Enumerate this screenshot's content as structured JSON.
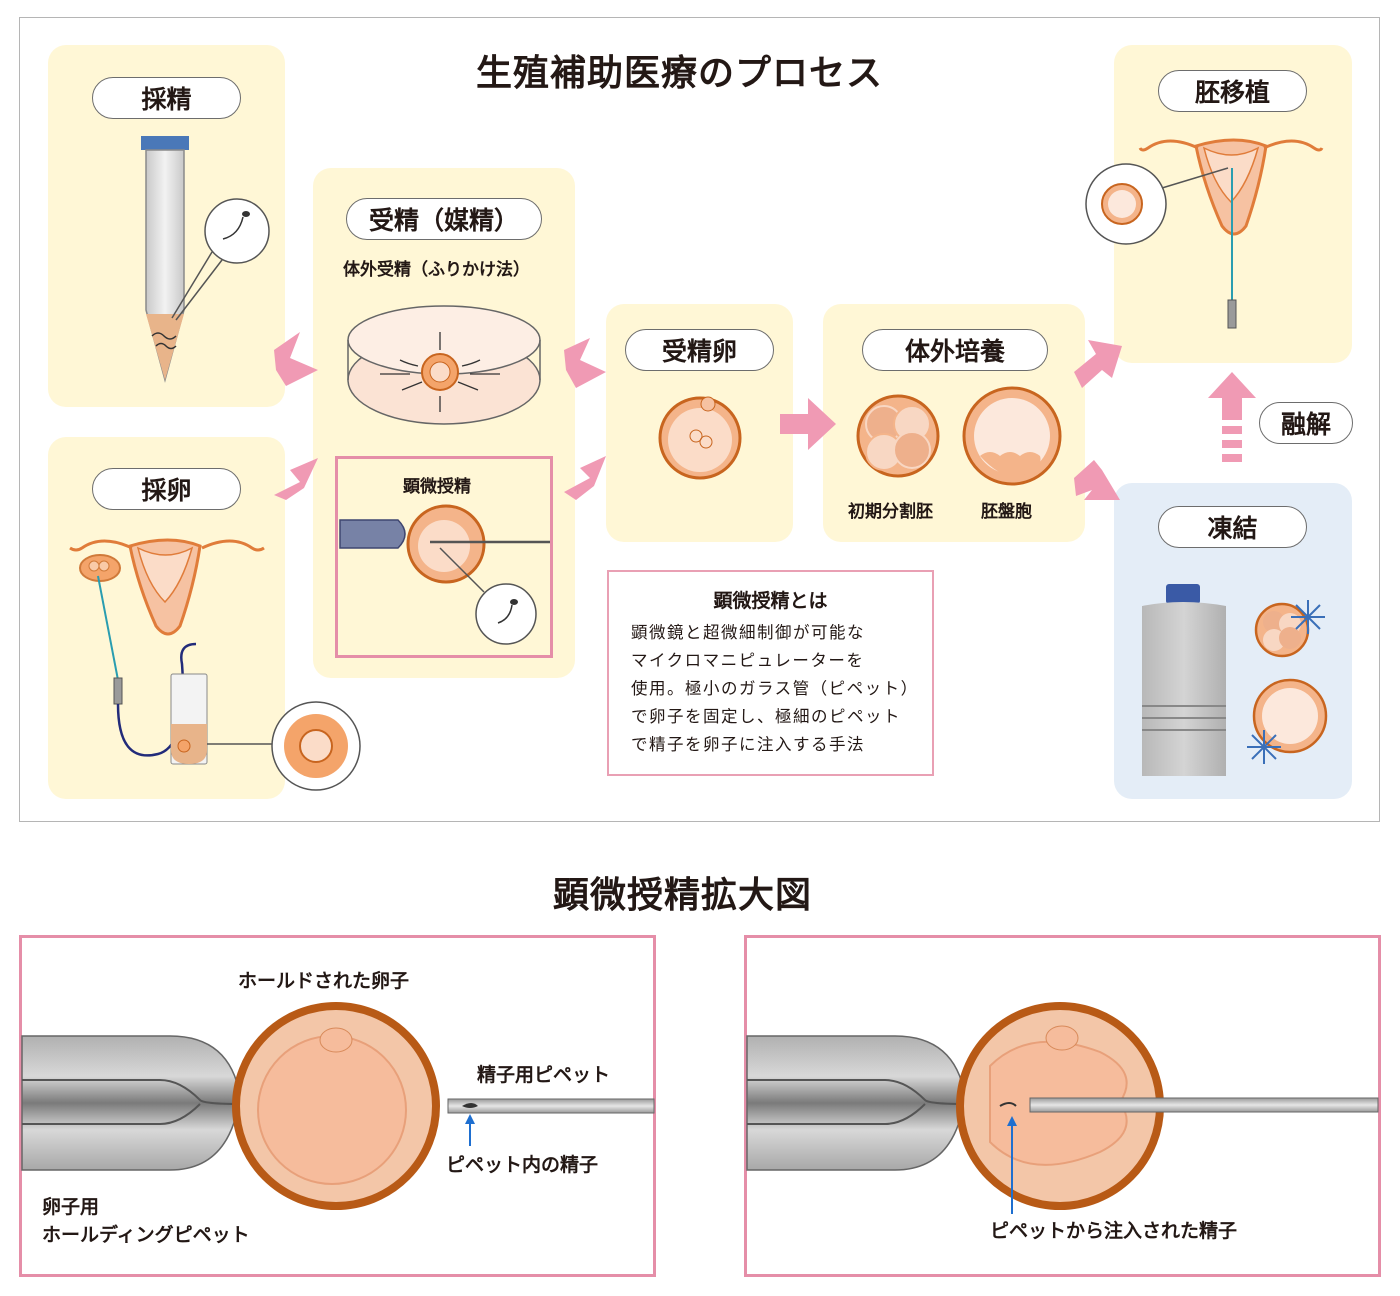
{
  "title": "生殖補助医療のプロセス",
  "steps": {
    "sperm_collection": "採精",
    "egg_retrieval": "採卵",
    "fertilization": "受精（媒精）",
    "ivf_method": "体外受精（ふりかけ法）",
    "icsi": "顕微授精",
    "fertilized_egg": "受精卵",
    "culture": "体外培養",
    "early_embryo": "初期分割胚",
    "blastocyst": "胚盤胞",
    "transfer": "胚移植",
    "thaw": "融解",
    "freeze": "凍結"
  },
  "icsi_note": {
    "title": "顕微授精とは",
    "lines": [
      "顕微鏡と超微細制御が可能な",
      "マイクロマニピュレーターを",
      "使用。極小のガラス管（ピペット）",
      "で卵子を固定し、極細のピペット",
      "で精子を卵子に注入する手法"
    ]
  },
  "zoom": {
    "title": "顕微授精拡大図",
    "left": {
      "held_egg": "ホールドされた卵子",
      "sperm_pipette": "精子用ピペット",
      "sperm_in_pipette": "ピペット内の精子",
      "holding_pipette_line1": "卵子用",
      "holding_pipette_line2": "ホールディングピペット"
    },
    "right": {
      "injected_sperm": "ピペットから注入された精子"
    }
  },
  "colors": {
    "panel": "#fff7d6",
    "panel_blue": "#e4edf7",
    "arrow": "#f09ab4",
    "egg_outer": "#c8651f",
    "egg_fill": "#f8d7c3",
    "pink_border": "#e58ea8"
  }
}
